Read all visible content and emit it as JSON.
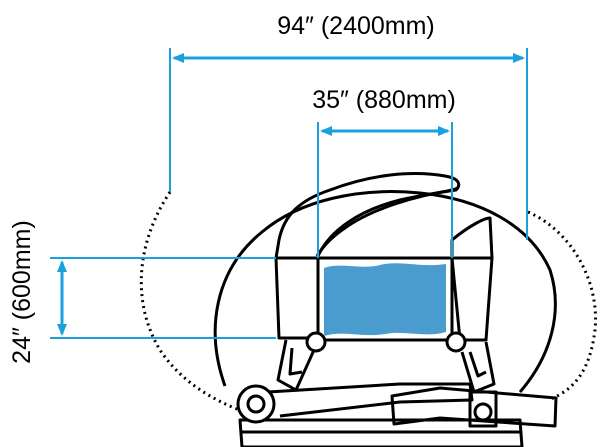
{
  "dimensions": {
    "overall_width": "94″ (2400mm)",
    "opening_width": "35″ (880mm)",
    "opening_height": "24″ (600mm)"
  },
  "colors": {
    "dimension_line": "#1aa0dc",
    "opening_fill": "#4a9ccf",
    "outline": "#000000",
    "background": "#ffffff"
  }
}
